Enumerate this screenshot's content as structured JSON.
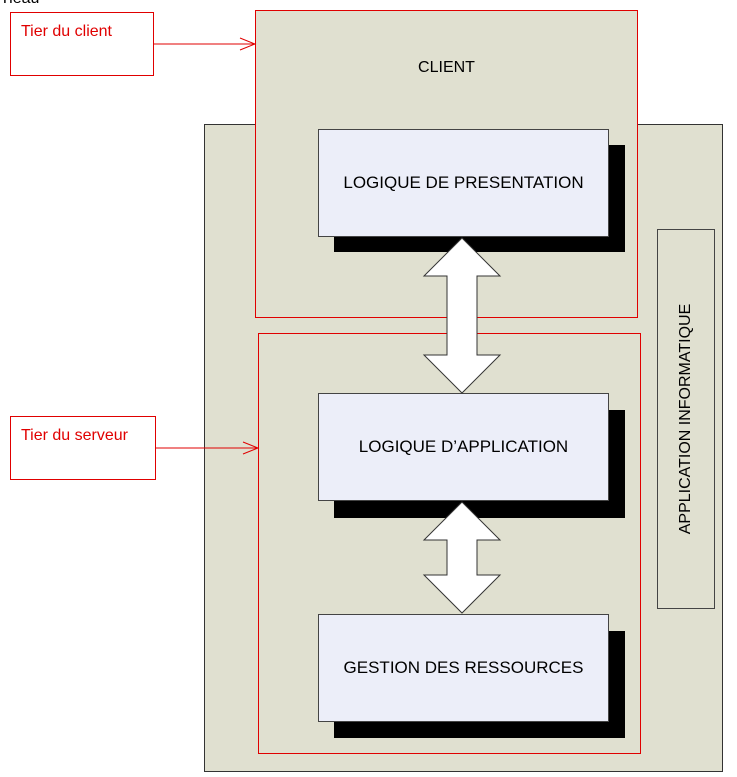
{
  "header": {
    "cutoff_text": "Tieau"
  },
  "regions": {
    "client": {
      "title": "CLIENT"
    },
    "application": {
      "label": "APPLICATION INFORMATIQUE"
    }
  },
  "layers": [
    {
      "label": "LOGIQUE DE PRESENTATION"
    },
    {
      "label": "LOGIQUE D’APPLICATION"
    },
    {
      "label": "GESTION DES RESSOURCES"
    }
  ],
  "tiers": [
    {
      "label": "Tier du client"
    },
    {
      "label": "Tier du serveur"
    }
  ],
  "colors": {
    "tier_red": "#e00000",
    "panel_beige": "#e0e0d0",
    "layer_fill": "#eceef9"
  }
}
